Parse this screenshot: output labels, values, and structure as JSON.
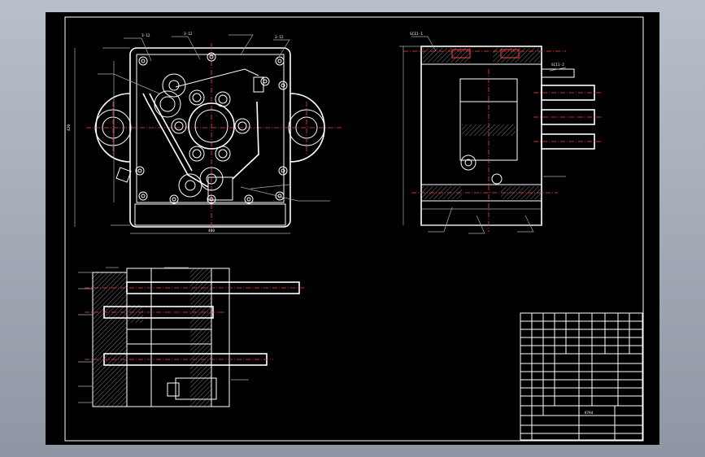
{
  "drawing": {
    "annotations": {
      "top_label_1": "3-12",
      "top_label_2": "3-12",
      "top_label_3": "3-12",
      "right_label_1": "SCI1-1",
      "right_label_2": "SCI1-2"
    },
    "title_block": {
      "title": "H7A4"
    }
  }
}
